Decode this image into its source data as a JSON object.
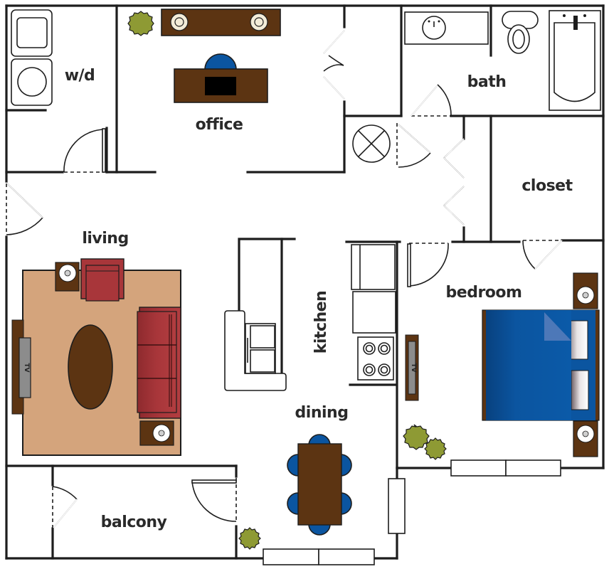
{
  "floorplan": {
    "rooms": {
      "wd": "w/d",
      "office": "office",
      "bath": "bath",
      "closet": "closet",
      "living": "living",
      "kitchen": "kitchen",
      "bedroom": "bedroom",
      "dining": "dining",
      "balcony": "balcony"
    },
    "furniture_labels": {
      "living_tv": "TV",
      "bedroom_tv": "TV"
    },
    "colors": {
      "wall": "#1d1d1d",
      "rug": "#d4a47c",
      "wood": "#5c3412",
      "sofa": "#a8363a",
      "chair_blue": "#0b55a0",
      "bed_blue": "#0b55a0",
      "plant": "#8e9a34",
      "tv_gray": "#8c8c8c",
      "lamp": "#f3ecd8"
    }
  }
}
